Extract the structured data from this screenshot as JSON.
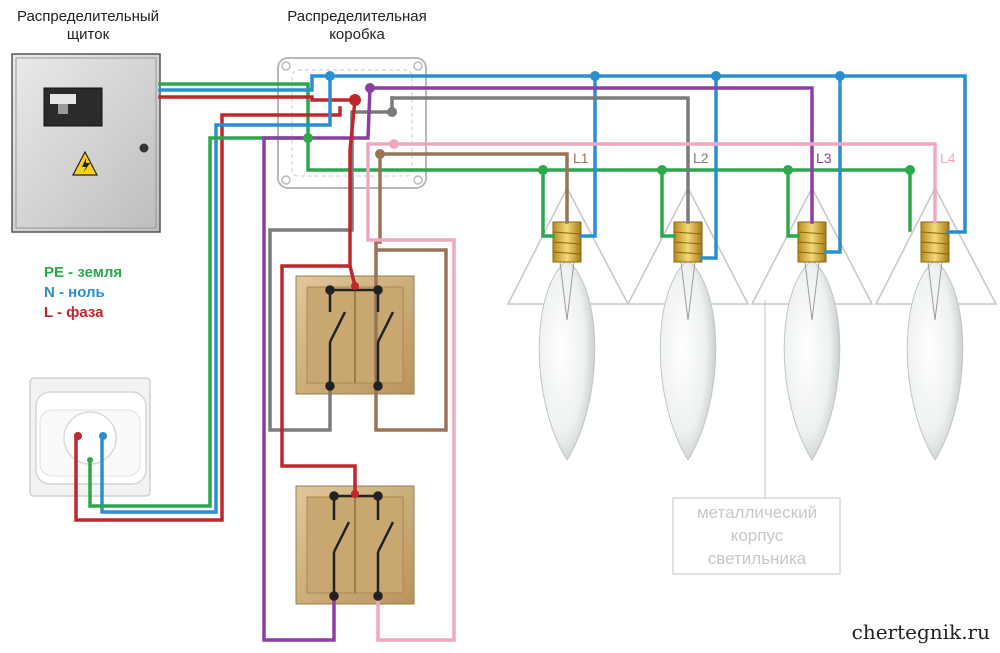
{
  "panel_title_line1": "Распределительный",
  "panel_title_line2": "щиток",
  "box_title_line1": "Распределительная",
  "box_title_line2": "коробка",
  "legend": {
    "pe": "PE - земля",
    "n": "N - ноль",
    "l": "L - фаза"
  },
  "lamps": [
    "L1",
    "L2",
    "L3",
    "L4"
  ],
  "housing_note": {
    "line1": "металлический",
    "line2": "корпус",
    "line3": "светильника"
  },
  "watermark": "chertegnik.ru",
  "colors": {
    "pe": "#2aa84a",
    "n": "#2a8fcf",
    "l": "#c0262b",
    "gray": "#7b7b7b",
    "brown": "#9b7356",
    "purple": "#8b3fa3",
    "pink": "#f1a7c0",
    "lamp_label_1": "#9b7356",
    "lamp_label_2": "#7b7b7b",
    "lamp_label_3": "#8b3fa3",
    "lamp_label_4": "#f1a7c0"
  }
}
